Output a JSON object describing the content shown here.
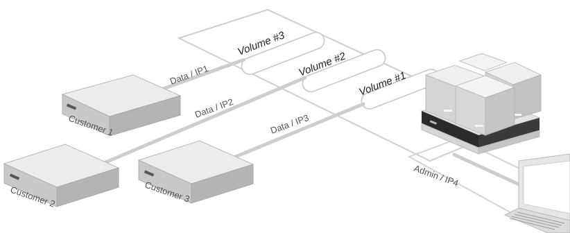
{
  "volumes": [
    {
      "label": "Volume #3"
    },
    {
      "label": "Volume #2"
    },
    {
      "label": "Volume #1"
    }
  ],
  "links": [
    {
      "label": "Data / IP1"
    },
    {
      "label": "Data / IP2"
    },
    {
      "label": "Data / IP3"
    },
    {
      "label": "Admin / IP4"
    }
  ],
  "customers": [
    {
      "label": "Customer 1"
    },
    {
      "label": "Customer 2"
    },
    {
      "label": "Customer 3"
    }
  ],
  "icons": {
    "customer": "rack-server-icon",
    "storage": "storage-array-icon",
    "admin": "laptop-icon"
  },
  "colors": {
    "plane_stroke": "#cfcfcf",
    "link_stroke": "#cdcdcd",
    "device_top": "#ececec",
    "device_front": "#c9c9c9",
    "device_side": "#b4b4b4",
    "text": "#555555"
  }
}
